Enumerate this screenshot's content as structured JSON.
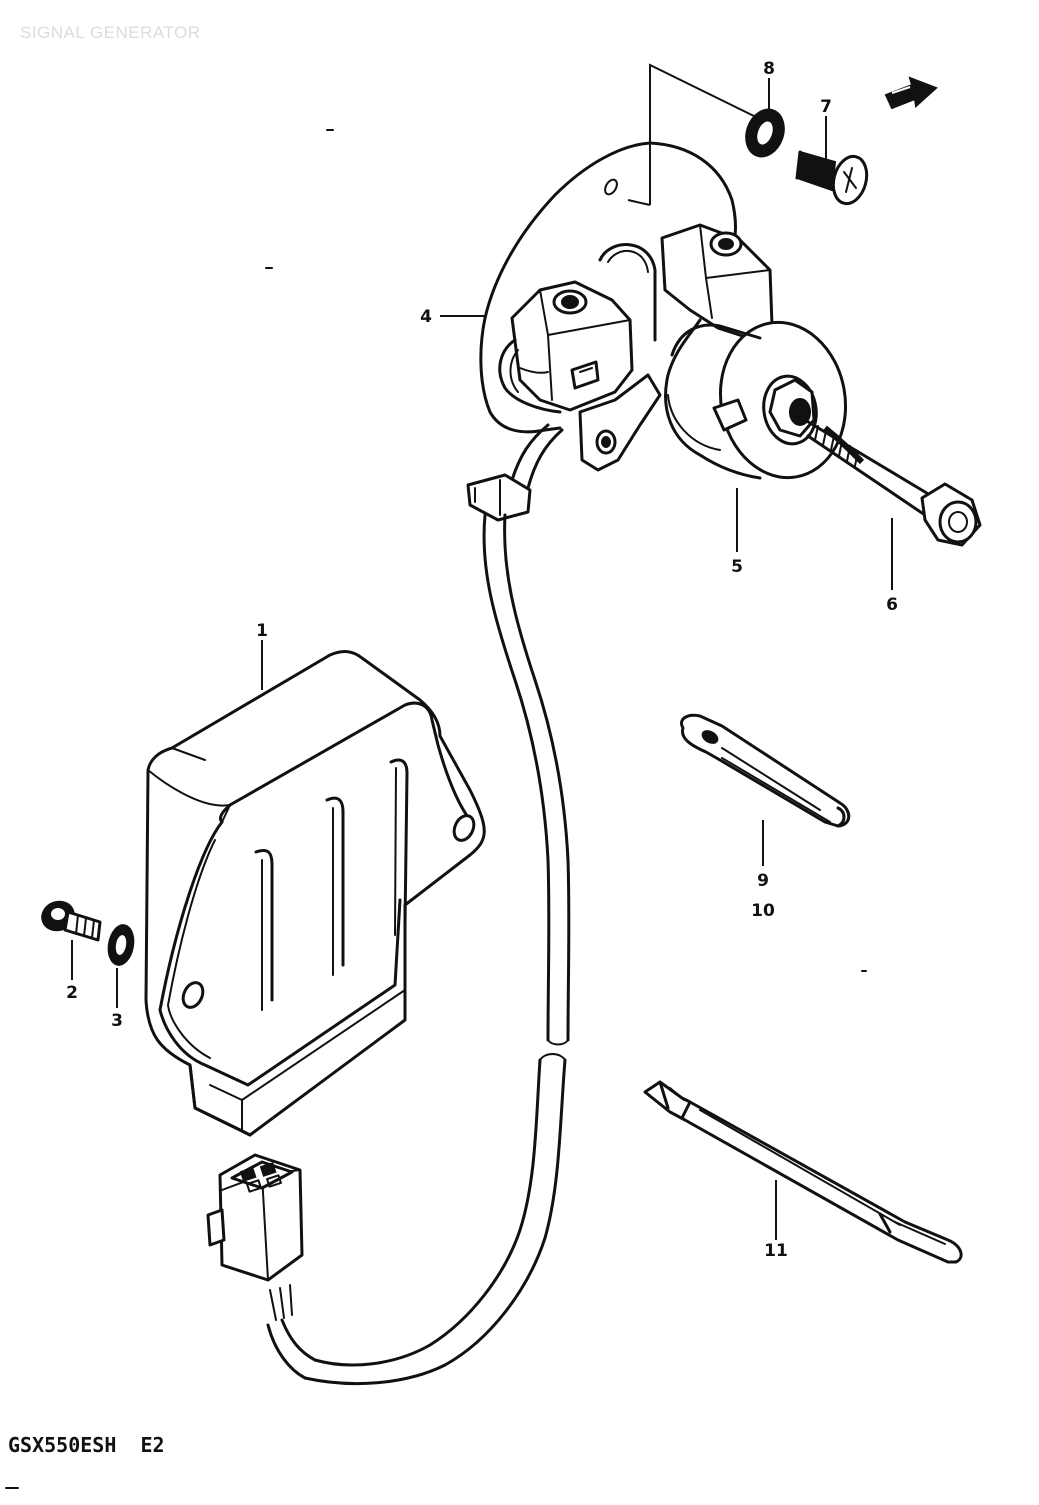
{
  "diagram": {
    "title": "SIGNAL GENERATOR",
    "model_code": "GSX550ESH  E2"
  },
  "callouts": [
    {
      "id": "c1",
      "label": "1"
    },
    {
      "id": "c2",
      "label": "2"
    },
    {
      "id": "c3",
      "label": "3"
    },
    {
      "id": "c4",
      "label": "4"
    },
    {
      "id": "c5",
      "label": "5"
    },
    {
      "id": "c6",
      "label": "6"
    },
    {
      "id": "c7",
      "label": "7"
    },
    {
      "id": "c8",
      "label": "8"
    },
    {
      "id": "c9",
      "label": "9"
    },
    {
      "id": "c10",
      "label": "10"
    },
    {
      "id": "c11",
      "label": "11"
    }
  ],
  "icons": {
    "direction": "front-arrow-icon"
  },
  "colors": {
    "ink": "#111111",
    "paper": "#ffffff",
    "faint_title": "#dcdcdc"
  }
}
